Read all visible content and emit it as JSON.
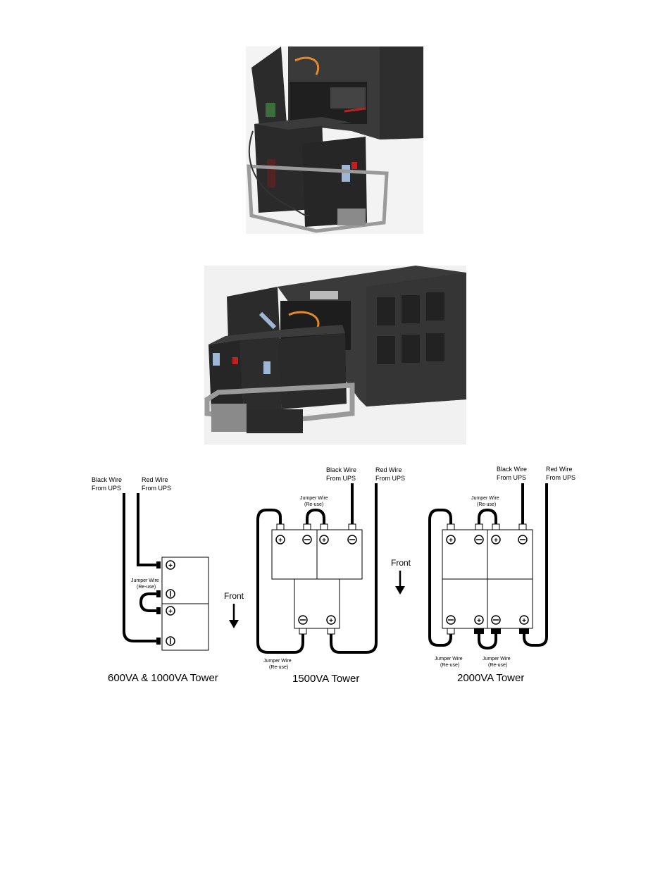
{
  "diagram": {
    "front_label": "Front",
    "black_wire": [
      "Black Wire",
      "From UPS"
    ],
    "red_wire": [
      "Red Wire",
      "From UPS"
    ],
    "jumper_reuse": [
      "Jumper Wire",
      "(Re-use)"
    ],
    "polarity": {
      "plus": "+",
      "minus": "−"
    },
    "titles": {
      "t600": "600VA & 1000VA Tower",
      "t1500": "1500VA Tower",
      "t2000": "2000VA Tower"
    }
  }
}
